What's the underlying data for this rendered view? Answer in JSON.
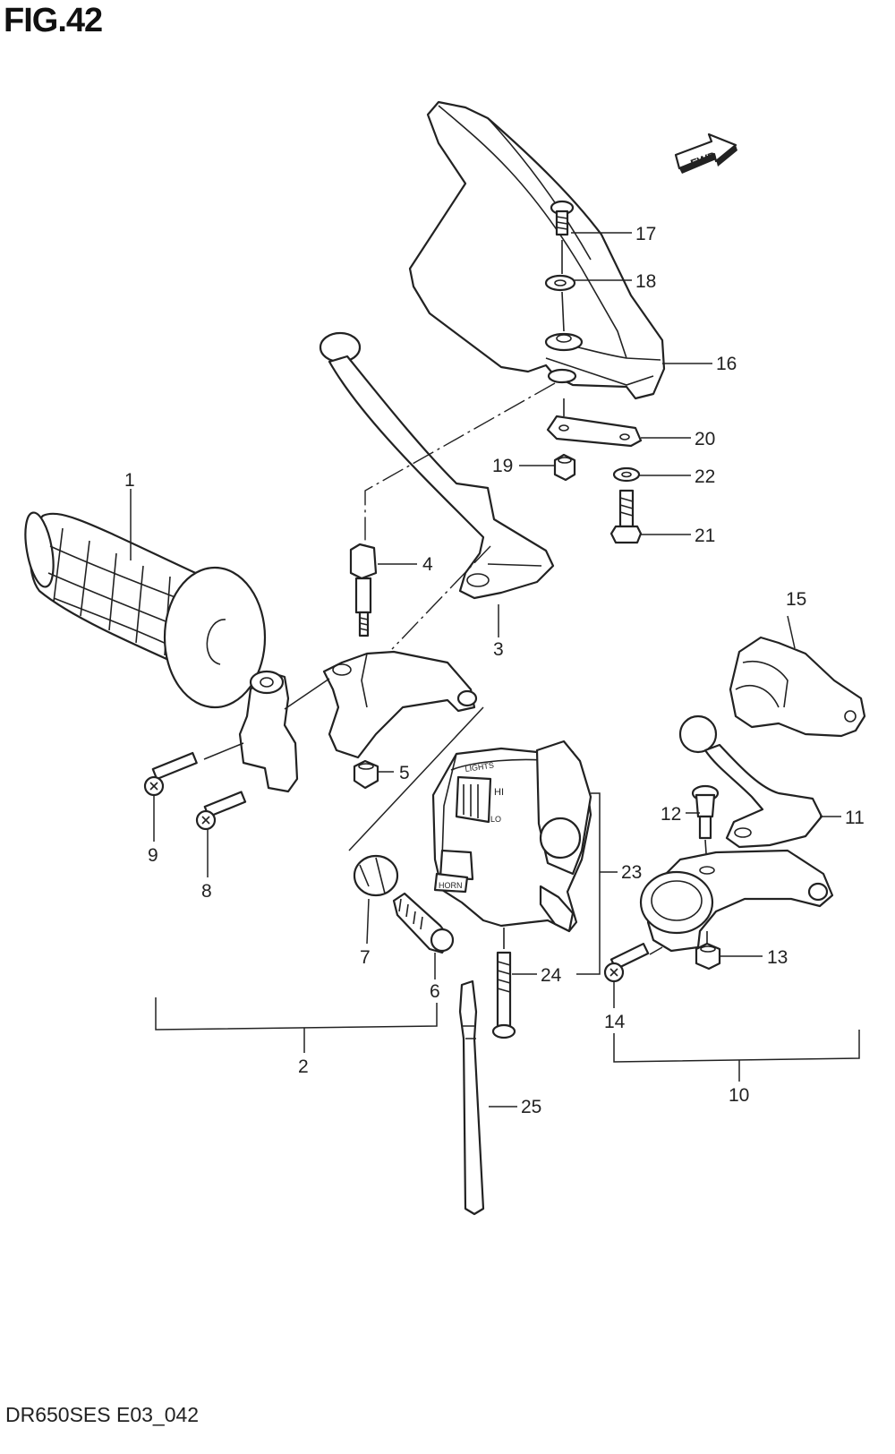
{
  "figure_title": "FIG.42",
  "model_code": "DR650SES E03_042",
  "fwd_label": "FWD",
  "switch_labels": {
    "hi": "HI",
    "lo": "LO",
    "horn": "HORN",
    "lights": "LIGHTS"
  },
  "callouts": {
    "p1": "1",
    "p2": "2",
    "p3": "3",
    "p4": "4",
    "p5": "5",
    "p6": "6",
    "p7": "7",
    "p8": "8",
    "p9": "9",
    "p10": "10",
    "p11": "11",
    "p12": "12",
    "p13": "13",
    "p14": "14",
    "p15": "15",
    "p16": "16",
    "p17": "17",
    "p18": "18",
    "p19": "19",
    "p20": "20",
    "p21": "21",
    "p22": "22",
    "p23": "23",
    "p24": "24",
    "p25": "25"
  }
}
